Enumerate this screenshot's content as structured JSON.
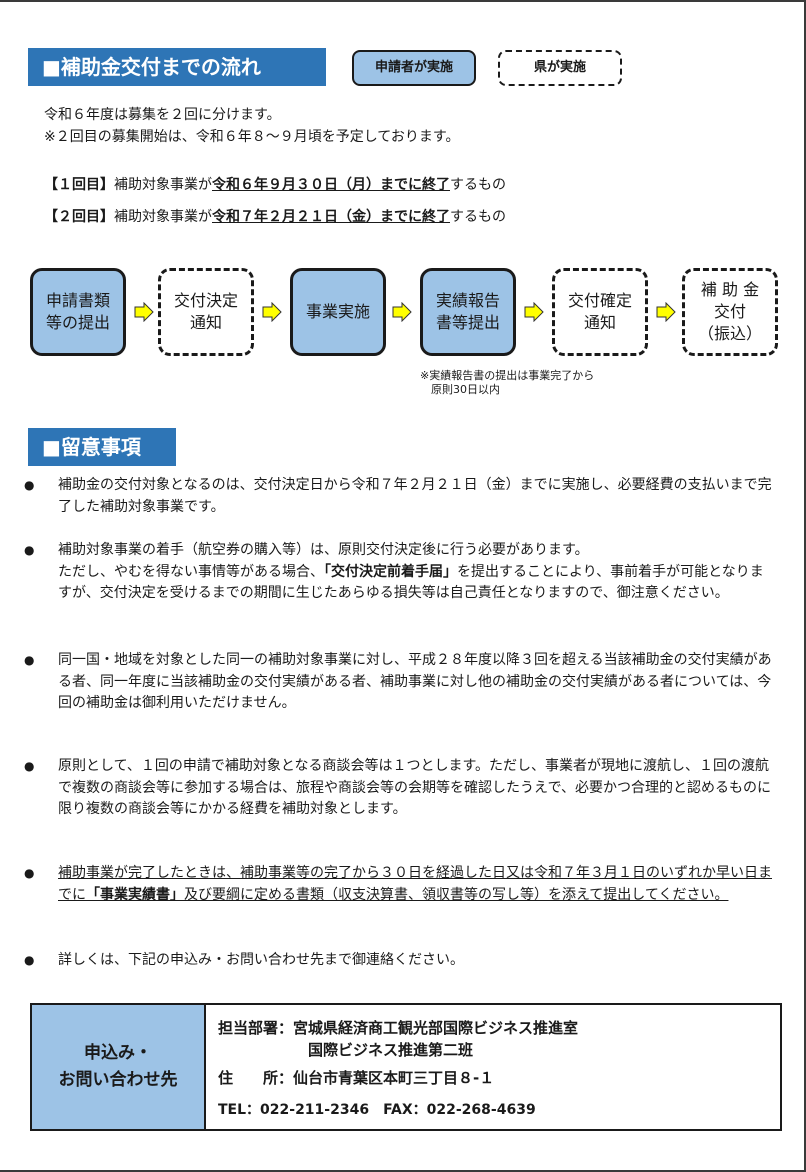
{
  "section1": {
    "title": "■補助金交付までの流れ",
    "legend_solid": "申請者が実施",
    "legend_dashed": "県が実施",
    "intro1": "令和６年度は募集を２回に分けます。",
    "intro2": "※２回目の募集開始は、令和６年８～９月頃を予定しております。",
    "round1": {
      "label": "【１回目】",
      "pre": "補助対象事業が",
      "deadline": "令和６年９月３０日（月）までに終了",
      "post": "するもの"
    },
    "round2": {
      "label": "【２回目】",
      "pre": "補助対象事業が",
      "deadline": "令和７年２月２１日（金）までに終了",
      "post": "するもの"
    }
  },
  "flow": {
    "steps": [
      {
        "label": "申請書類\n等の提出",
        "actor": "applicant"
      },
      {
        "label": "交付決定\n通知",
        "actor": "prefecture"
      },
      {
        "label": "事業実施",
        "actor": "applicant"
      },
      {
        "label": "実績報告\n書等提出",
        "actor": "applicant"
      },
      {
        "label": "交付確定\n通知",
        "actor": "prefecture"
      },
      {
        "label": "補 助 金\n交付\n（振込）",
        "actor": "prefecture"
      }
    ],
    "note": "※実績報告書の提出は事業完了から\n　原則30日以内"
  },
  "section2": {
    "title": "■留意事項",
    "bullet_symbol": "●",
    "items": {
      "p1": "補助金の交付対象となるのは、交付決定日から令和７年２月２１日（金）までに実施し、必要経費の支払いまで完了した補助対象事業です。",
      "p2a": "補助対象事業の着手（航空券の購入等）は、原則交付決定後に行う必要があります。",
      "p2b": "ただし、やむを得ない事情等がある場合、",
      "p2c": "「交付決定前着手届」",
      "p2d": "を提出することにより、事前着手が可能となりますが、交付決定を受けるまでの期間に生じたあらゆる損失等は自己責任となりますので、御注意ください。",
      "p3": "同一国・地域を対象とした同一の補助対象事業に対し、平成２８年度以降３回を超える当該補助金の交付実績がある者、同一年度に当該補助金の交付実績がある者、補助事業に対し他の補助金の交付実績がある者については、今回の補助金は御利用いただけません。",
      "p4": "原則として、１回の申請で補助対象となる商談会等は１つとします。ただし、事業者が現地に渡航し、１回の渡航で複数の商談会等に参加する場合は、旅程や商談会等の会期等を確認したうえで、必要かつ合理的と認めるものに限り複数の商談会等にかかる経費を補助対象とします。",
      "p5a": "補助事業が完了したときは、補助事業等の完了から３０日を経過した日又は令和７年３月１日のいずれか早い日までに",
      "p5b": "「事業実績書」",
      "p5c": "及び要綱に定める書類（収支決算書、領収書等の写し等）を添えて提出してください。",
      "p6": "詳しくは、下記の申込み・お問い合わせ先まで御連絡ください。"
    }
  },
  "contact": {
    "heading": "申込み・\nお問い合わせ先",
    "dept_label": "担当部署：",
    "dept": "宮城県経済商工観光部国際ビジネス推進室",
    "team": "国際ビジネス推進第二班",
    "addr_label": "住　　所：",
    "addr": "仙台市青葉区本町三丁目８-１",
    "tel": "TEL：022-211-2346　FAX：022-268-4639"
  },
  "colors": {
    "title_bg": "#2e75b6",
    "box_fill": "#9dc3e6",
    "arrow_fill": "#ffff00"
  }
}
